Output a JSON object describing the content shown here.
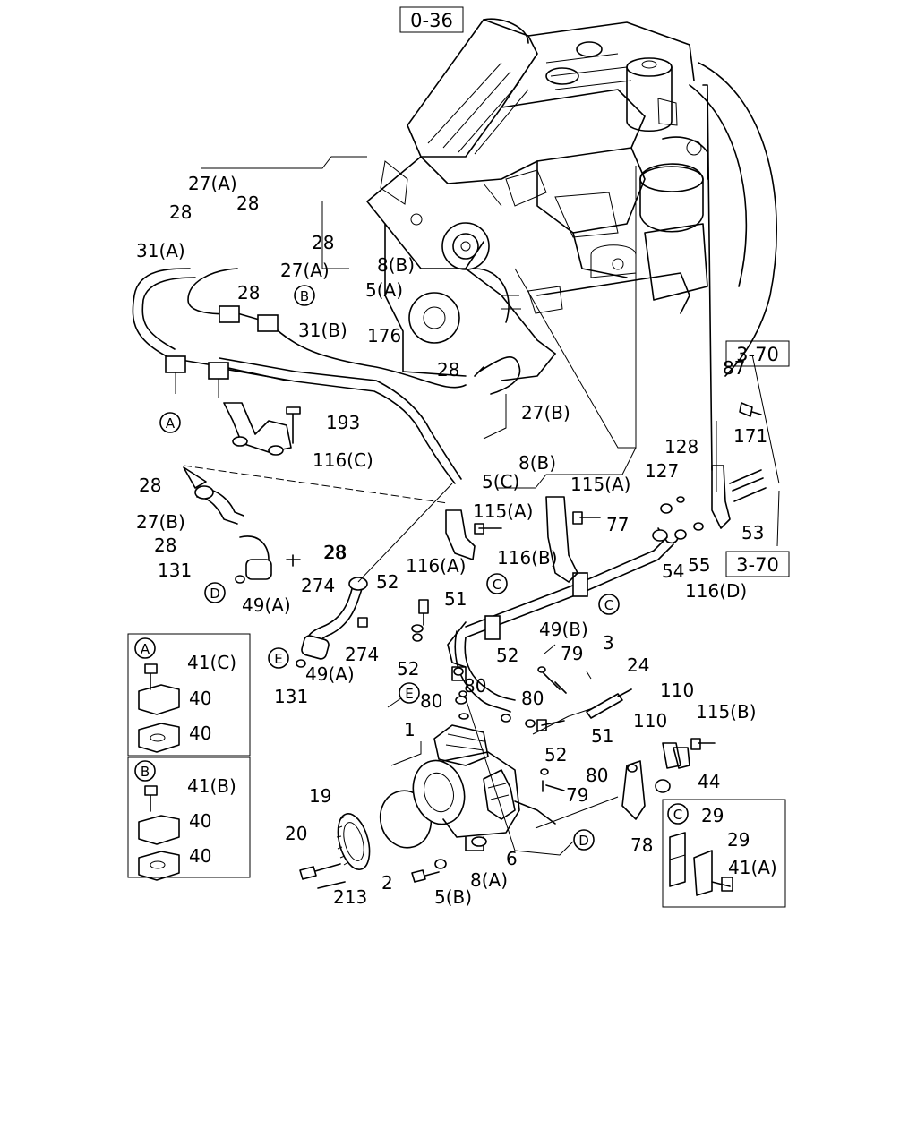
{
  "refs": [
    "0-36",
    "3-70",
    "3-70"
  ],
  "callouts": [
    "27(A)",
    "28",
    "28",
    "28",
    "31(A)",
    "28",
    "27(A)",
    "28",
    "8(B)",
    "5(A)",
    "176",
    "31(B)",
    "28",
    "27(B)",
    "87",
    "193",
    "171",
    "128",
    "116(C)",
    "8(B)",
    "127",
    "5(C)",
    "28",
    "115(A)",
    "27(B)",
    "115(A)",
    "77",
    "53",
    "28",
    "116(A)",
    "116(B)",
    "54",
    "55",
    "131",
    "274",
    "28",
    "116(D)",
    "52",
    "51",
    "49(A)",
    "49(B)",
    "274",
    "3",
    "41(C)",
    "52",
    "79",
    "52",
    "24",
    "131",
    "49(A)",
    "80",
    "80",
    "40",
    "80",
    "110",
    "110",
    "115(B)",
    "40",
    "51",
    "1",
    "52",
    "80",
    "41(B)",
    "44",
    "19",
    "79",
    "29",
    "40",
    "29",
    "20",
    "78",
    "41(A)",
    "6",
    "40",
    "2",
    "8(A)",
    "213",
    "5(B)"
  ],
  "circle_markers": [
    "A",
    "B",
    "C",
    "C",
    "D",
    "D",
    "E",
    "E"
  ],
  "legend": {
    "A": [
      "41(C)",
      "40",
      "40"
    ],
    "B": [
      "41(B)",
      "40",
      "40"
    ],
    "C": [
      "29",
      "29",
      "41(A)"
    ]
  }
}
